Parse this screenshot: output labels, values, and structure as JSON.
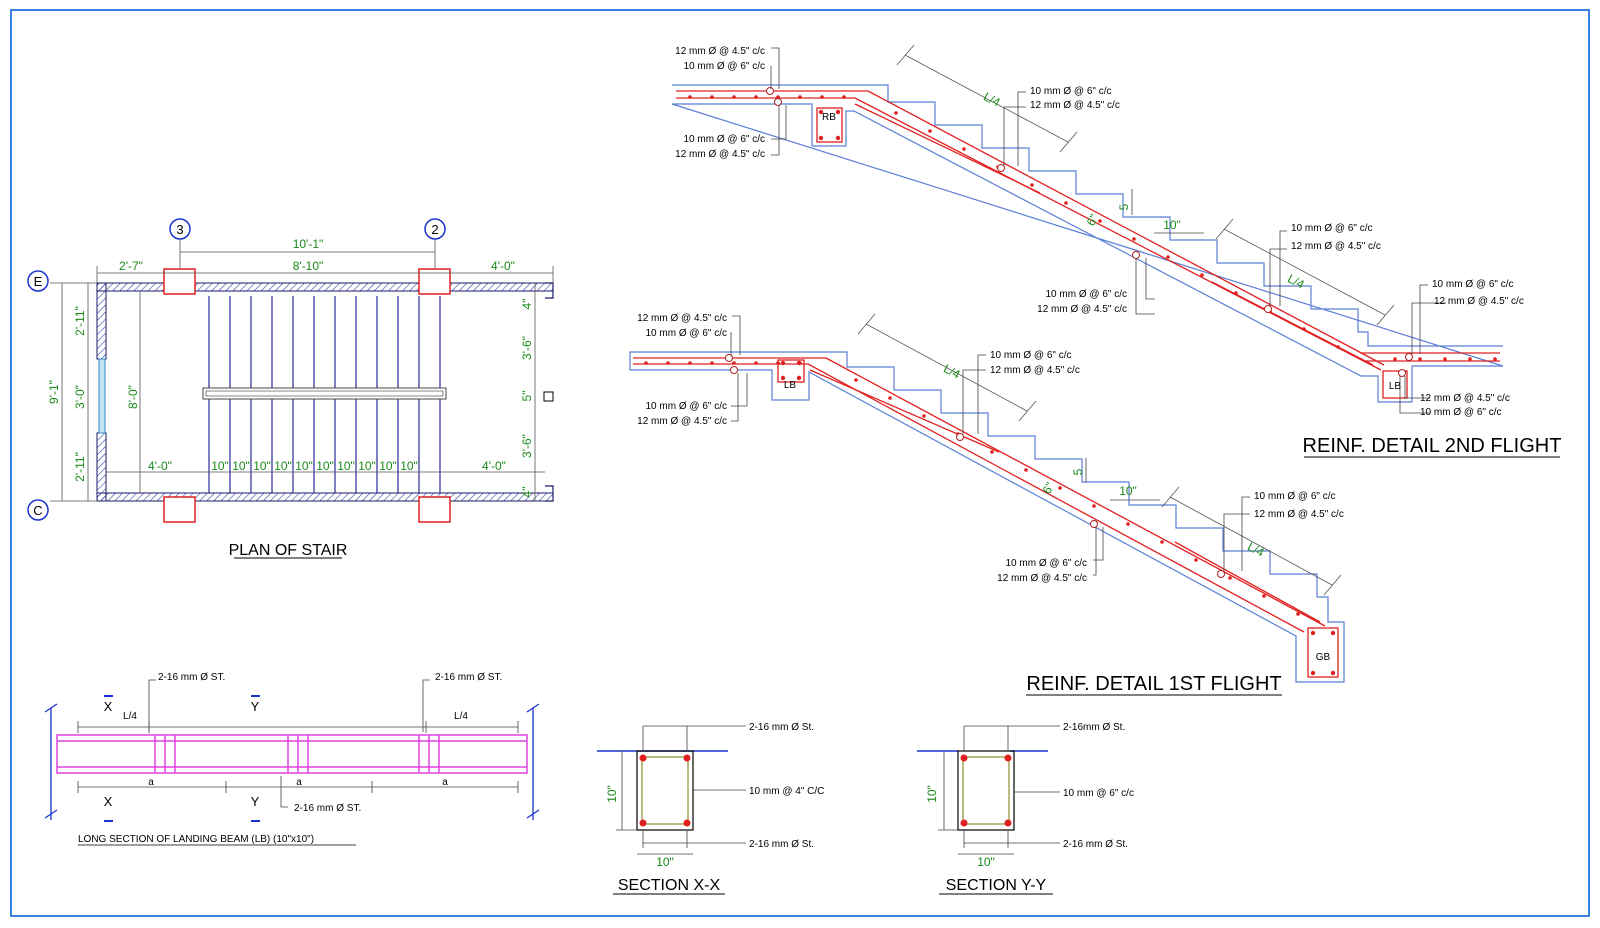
{
  "titles": {
    "plan": "PLAN OF STAIR",
    "flight2": "REINF. DETAIL 2ND FLIGHT",
    "flight1": "REINF. DETAIL 1ST FLIGHT",
    "long_section": "LONG SECTION OF LANDING BEAM (LB) (10\"x10\")",
    "section_xx": "SECTION X-X",
    "section_yy": "SECTION Y-Y"
  },
  "plan": {
    "grid_cols": [
      "3",
      "2"
    ],
    "grid_rows": [
      "E",
      "C"
    ],
    "dim_between_grids": "10'-1\"",
    "dim_left": "2'-7\"",
    "dim_middle": "8'-10\"",
    "dim_right": "4'-0\"",
    "dim_overall_height": "9'-1\"",
    "dim_left_top": "2'-11\"",
    "dim_left_mid": "3'-0\"",
    "dim_left_bot": "2'-11\"",
    "dim_inner_height": "8'-0\"",
    "dim_bottom_left": "4'-0\"",
    "dim_bottom_right": "4'-0\"",
    "tread_labels": [
      "10\"",
      "10\"",
      "10\"",
      "10\"",
      "10\"",
      "10\"",
      "10\"",
      "10\"",
      "10\"",
      "10\""
    ],
    "right_dims": [
      "4\"",
      "3'-6\"",
      "5\"",
      "3'-6\"",
      "4\""
    ]
  },
  "flight2": {
    "top_left_a": "12 mm Ø @ 4.5\" c/c",
    "top_left_b": "10 mm Ø @ 6\" c/c",
    "bot_left_a": "10 mm Ø @ 6\" c/c",
    "bot_left_b": "12 mm Ø @ 4.5\" c/c",
    "beam_label": "RB",
    "upper_a": "10 mm Ø @ 6\" c/c",
    "upper_b": "12 mm Ø @ 4.5\" c/c",
    "span_label_1": "L/4",
    "riser": "5",
    "tread": "10\"",
    "waist": "6\"",
    "mid_a": "10 mm Ø @ 6\" c/c",
    "mid_b": "12 mm Ø @ 4.5\" c/c",
    "right_a": "10 mm Ø @ 6\" c/c",
    "right_b": "12 mm Ø @ 4.5\" c/c",
    "span_label_2": "L/4",
    "landing_a": "10 mm Ø @ 6\" c/c",
    "landing_b": "12 mm Ø @ 4.5\" c/c",
    "landing_bot_a": "12 mm Ø @ 4.5\" c/c",
    "landing_bot_b": "10 mm Ø @ 6\" c/c",
    "beam2_label": "LB"
  },
  "flight1": {
    "top_left_a": "12 mm Ø @ 4.5\" c/c",
    "top_left_b": "10 mm Ø @ 6\" c/c",
    "bot_left_a": "10 mm Ø @ 6\" c/c",
    "bot_left_b": "12 mm Ø @ 4.5\" c/c",
    "beam_label": "LB",
    "upper_a": "10 mm Ø @ 6\" c/c",
    "upper_b": "12 mm Ø @ 4.5\" c/c",
    "span_label_1": "L/4",
    "riser": "5",
    "tread": "10\"",
    "waist": "6\"",
    "mid_a": "10 mm Ø @ 6\" c/c",
    "mid_b": "12 mm Ø @ 4.5\" c/c",
    "right_a": "10 mm Ø @ 6\" c/c",
    "right_b": "12 mm Ø @ 4.5\" c/c",
    "span_label_2": "L/4",
    "beam2_label": "GB"
  },
  "long_section": {
    "bar_left": "2-16 mm Ø ST.",
    "bar_right": "2-16 mm Ø ST.",
    "bar_bottom": "2-16 mm Ø ST.",
    "l4_left": "L/4",
    "l4_right": "L/4",
    "a1": "a",
    "a2": "a",
    "a3": "a",
    "cut_x": "X",
    "cut_y": "Y"
  },
  "section_xx": {
    "top_bar": "2-16 mm Ø St.",
    "stirrup": "10 mm @ 4\" C/C",
    "bot_bar": "2-16 mm Ø St.",
    "height": "10\"",
    "width": "10\""
  },
  "section_yy": {
    "top_bar": "2-16mm Ø St.",
    "stirrup": "10 mm @ 6\" c/c",
    "bot_bar": "2-16 mm Ø St.",
    "height": "10\"",
    "width": "10\""
  },
  "colors": {
    "rebar": "#e02020",
    "concrete": "#5b7fd6",
    "dimension": "#1a8a1a",
    "border": "#3b82e0",
    "stirrup_ls": "#e040e0"
  }
}
